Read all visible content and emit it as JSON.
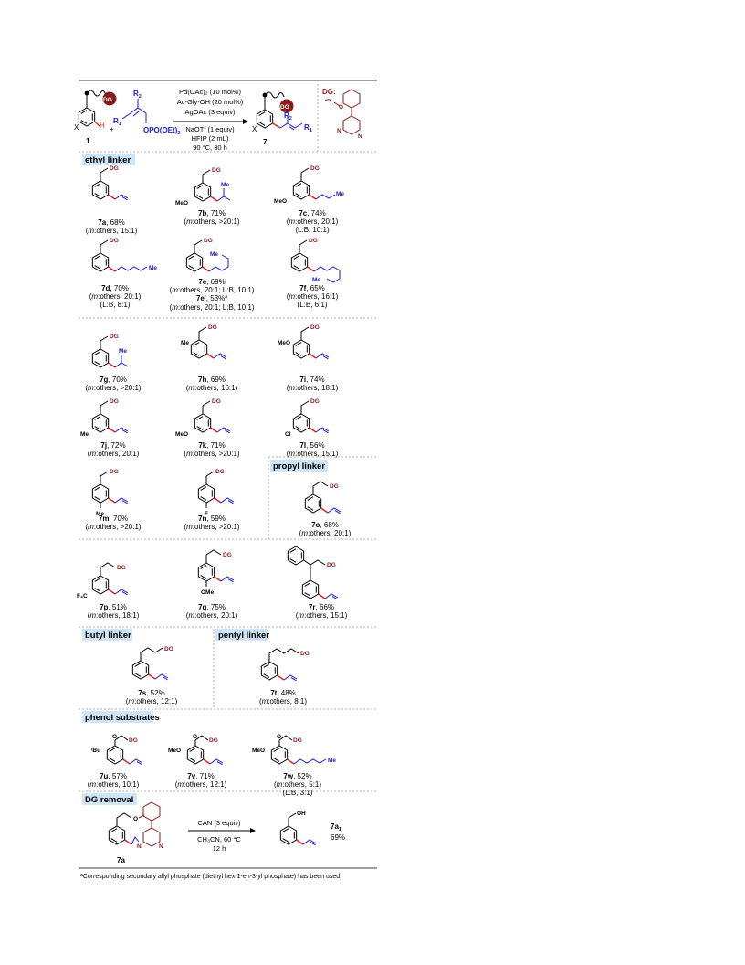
{
  "scheme": {
    "reagent_R1": "R",
    "reagent_R1_sub": "1",
    "reagent_R2": "R",
    "reagent_R2_sub": "2",
    "reagent_group": "OPO(OEt)",
    "reagent_group_sub": "2",
    "plus": "+",
    "x_label": "X",
    "h_label": "H",
    "dg_label": "DG",
    "dg_def": "DG:",
    "start_num": "1",
    "product_num": "7",
    "conditions_above": [
      "Pd(OAc)₂ (10 mol%)",
      "Ac-Gly-OH (20 mol%)",
      "AgOAc (3 equiv)"
    ],
    "conditions_below": [
      "NaOTf (1 equiv)",
      "HFIP (2 mL)",
      "90 °C, 30 h"
    ]
  },
  "sections": {
    "ethyl": "ethyl linker",
    "propyl": "propyl linker",
    "butyl": "butyl linker",
    "pentyl": "pentyl linker",
    "phenol": "phenol substrates",
    "dgremoval": "DG removal"
  },
  "atoms": {
    "DG": "DG",
    "Me": "Me",
    "MeO": "MeO",
    "OMe": "OMe",
    "Cl": "Cl",
    "F": "F",
    "F3C": "F₃C",
    "tBu": "ᵗBu",
    "O": "O",
    "OH": "OH",
    "N": "N"
  },
  "compounds": [
    {
      "id": "7a",
      "name": "7a",
      "yield": ", 68%",
      "ratio_pre": "(",
      "ratio_m": "m",
      "ratio_post": ":others, 15:1)",
      "extra": ""
    },
    {
      "id": "7b",
      "name": "7b",
      "yield": ", 71%",
      "ratio_pre": "(",
      "ratio_m": "m",
      "ratio_post": ":others, >20:1)",
      "extra": ""
    },
    {
      "id": "7c",
      "name": "7c",
      "yield": ", 74%",
      "ratio_pre": "(",
      "ratio_m": "m",
      "ratio_post": ":others, 20:1)",
      "extra": "(L:B, 10:1)"
    },
    {
      "id": "7d",
      "name": "7d",
      "yield": ", 70%",
      "ratio_pre": "(",
      "ratio_m": "m",
      "ratio_post": ":others, 20:1)",
      "extra": "(L:B, 8:1)"
    },
    {
      "id": "7e",
      "name": "7e",
      "yield": ", 69%",
      "ratio_pre": "(",
      "ratio_m": "m",
      "ratio_post": ":others, 20:1; L:B, 10:1)",
      "extra": ""
    },
    {
      "id": "7f",
      "name": "7f",
      "yield": ", 65%",
      "ratio_pre": "(",
      "ratio_m": "m",
      "ratio_post": ":others, 16:1)",
      "extra": "(L:B, 6:1)"
    },
    {
      "id": "7g",
      "name": "7g",
      "yield": ", 70%",
      "ratio_pre": "(",
      "ratio_m": "m",
      "ratio_post": ":others, >20:1)",
      "extra": ""
    },
    {
      "id": "7h",
      "name": "7h",
      "yield": ", 69%",
      "ratio_pre": "(",
      "ratio_m": "m",
      "ratio_post": ":others, 16:1)",
      "extra": ""
    },
    {
      "id": "7i",
      "name": "7i",
      "yield": ", 74%",
      "ratio_pre": "(",
      "ratio_m": "m",
      "ratio_post": ":others, 18:1)",
      "extra": ""
    },
    {
      "id": "7j",
      "name": "7j",
      "yield": ", 72%",
      "ratio_pre": "(",
      "ratio_m": "m",
      "ratio_post": ":others, 20:1)",
      "extra": ""
    },
    {
      "id": "7k",
      "name": "7k",
      "yield": ", 71%",
      "ratio_pre": "(",
      "ratio_m": "m",
      "ratio_post": ":others, >20:1)",
      "extra": ""
    },
    {
      "id": "7l",
      "name": "7l",
      "yield": ", 56%",
      "ratio_pre": "(",
      "ratio_m": "m",
      "ratio_post": ":others, 15:1)",
      "extra": ""
    },
    {
      "id": "7m",
      "name": "7m",
      "yield": ", 70%",
      "ratio_pre": "(",
      "ratio_m": "m",
      "ratio_post": ":others, >20:1)",
      "extra": ""
    },
    {
      "id": "7n",
      "name": "7n",
      "yield": ", 59%",
      "ratio_pre": "(",
      "ratio_m": "m",
      "ratio_post": ":others, >20:1)",
      "extra": ""
    },
    {
      "id": "7o",
      "name": "7o",
      "yield": ", 68%",
      "ratio_pre": "(",
      "ratio_m": "m",
      "ratio_post": ":others, 20:1)",
      "extra": ""
    },
    {
      "id": "7p",
      "name": "7p",
      "yield": ", 51%",
      "ratio_pre": "(",
      "ratio_m": "m",
      "ratio_post": ":others, 18:1)",
      "extra": ""
    },
    {
      "id": "7q",
      "name": "7q",
      "yield": ", 75%",
      "ratio_pre": "(",
      "ratio_m": "m",
      "ratio_post": ":others, 20:1)",
      "extra": ""
    },
    {
      "id": "7r",
      "name": "7r",
      "yield": ", 66%",
      "ratio_pre": "(",
      "ratio_m": "m",
      "ratio_post": ":others, 15:1)",
      "extra": ""
    },
    {
      "id": "7s",
      "name": "7s",
      "yield": ", 52%",
      "ratio_pre": "(",
      "ratio_m": "m",
      "ratio_post": ":others, 12:1)",
      "extra": ""
    },
    {
      "id": "7t",
      "name": "7t",
      "yield": ", 48%",
      "ratio_pre": "(",
      "ratio_m": "m",
      "ratio_post": ":others, 8:1)",
      "extra": ""
    },
    {
      "id": "7u",
      "name": "7u",
      "yield": ", 57%",
      "ratio_pre": "(",
      "ratio_m": "m",
      "ratio_post": ":others, 10:1)",
      "extra": ""
    },
    {
      "id": "7v",
      "name": "7v",
      "yield": ", 71%",
      "ratio_pre": "(",
      "ratio_m": "m",
      "ratio_post": ":others, 12:1)",
      "extra": ""
    },
    {
      "id": "7w",
      "name": "7w",
      "yield": ", 52%",
      "ratio_pre": "(",
      "ratio_m": "m",
      "ratio_post": ":others, 5:1)",
      "extra": "(L:B, 3:1)"
    }
  ],
  "compound_7e_prime": {
    "name": "7e'",
    "yield": ", 53%",
    "sup": "a",
    "line2_pre": "(",
    "line2_m": "m",
    "line2_post": ":others, 20:1; L:B, 10:1)"
  },
  "dg_removal": {
    "start_label": "7a",
    "conditions_above": "CAN (3 equiv)",
    "conditions_below": [
      "CH₃CN, 60 °C",
      "12 h"
    ],
    "product_label": "7a",
    "product_label_sub": "1",
    "product_yield": "69%"
  },
  "footnote": {
    "sup": "a",
    "text": "Corresponding secondary allyl phosphate (diethyl hex-1-en-3-yl phosphate) has been used."
  },
  "colors": {
    "dg": "#8b1a1a",
    "blue": "#1a1adb",
    "red": "#e0201c",
    "header_bg": "#cfe4f5",
    "divider": "#9a9a9a"
  }
}
